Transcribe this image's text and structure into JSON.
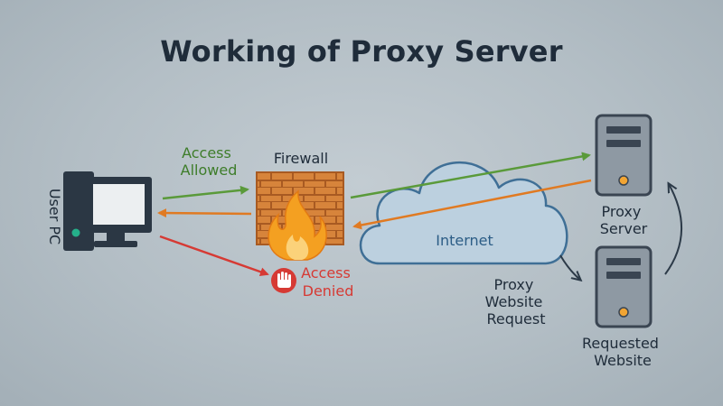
{
  "title": "Working of Proxy Server",
  "labels": {
    "user_pc": "User PC",
    "access_allowed_line1": "Access",
    "access_allowed_line2": "Allowed",
    "firewall": "Firewall",
    "access_denied_line1": "Access",
    "access_denied_line2": "Denied",
    "internet": "Internet",
    "proxy_server_line1": "Proxy",
    "proxy_server_line2": "Server",
    "proxy_request_line1": "Proxy",
    "proxy_request_line2": "Website",
    "proxy_request_line3": "Request",
    "requested_website_line1": "Requested",
    "requested_website_line2": "Website"
  },
  "icons": {
    "computer": "computer-icon",
    "firewall": "firewall-icon",
    "denied": "hand-stop-icon",
    "cloud": "cloud-icon",
    "server": "server-icon"
  },
  "colors": {
    "title": "#1f2c3a",
    "allowed": "#3e7d2a",
    "allowed_arrow": "#5a9a3a",
    "return_arrow": "#e07a22",
    "denied": "#d63a34",
    "cloud_stroke": "#3f6f96",
    "cloud_fill": "#bcd0df",
    "internet_text": "#2c5d86",
    "brick": "#d7843b",
    "flame": "#f4a021",
    "server": "#8e99a3",
    "server_dark": "#3a4552",
    "led": "#f2a533",
    "text": "#1f2c3a"
  }
}
